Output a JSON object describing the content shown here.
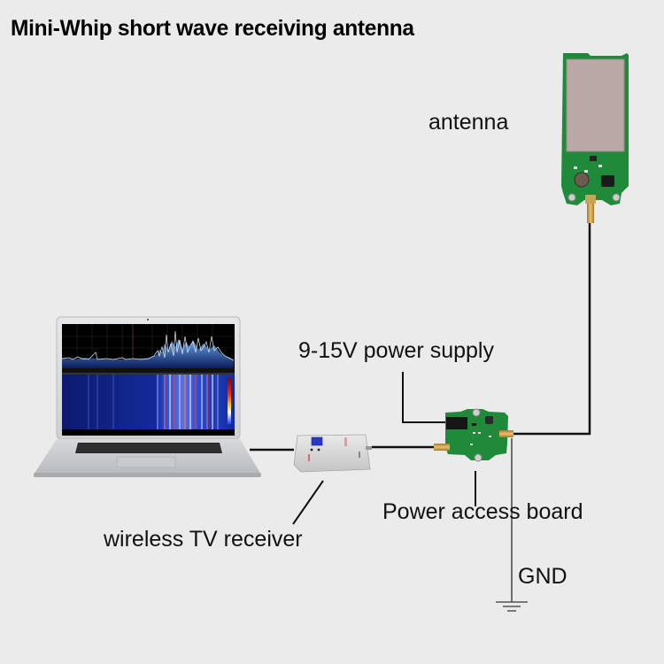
{
  "title": "Mini-Whip short wave receiving antenna",
  "labels": {
    "antenna": "antenna",
    "power_supply": "9-15V power supply",
    "power_board": "Power access board",
    "tv_receiver": "wireless TV receiver",
    "gnd": "GND"
  },
  "components": [
    {
      "name": "antenna",
      "description": "Mini-Whip antenna PCB with SMA connector"
    },
    {
      "name": "power access board",
      "description": "Green PCB with DC jack and two SMA connectors"
    },
    {
      "name": "wireless TV receiver",
      "description": "Silver USB SDR dongle"
    },
    {
      "name": "laptop",
      "description": "Laptop showing spectrum and waterfall display"
    }
  ],
  "colors": {
    "background": "#ebebeb",
    "pcb_green": "#1f8a3a",
    "antenna_plate": "#b9a8a6",
    "wire": "#111111"
  }
}
